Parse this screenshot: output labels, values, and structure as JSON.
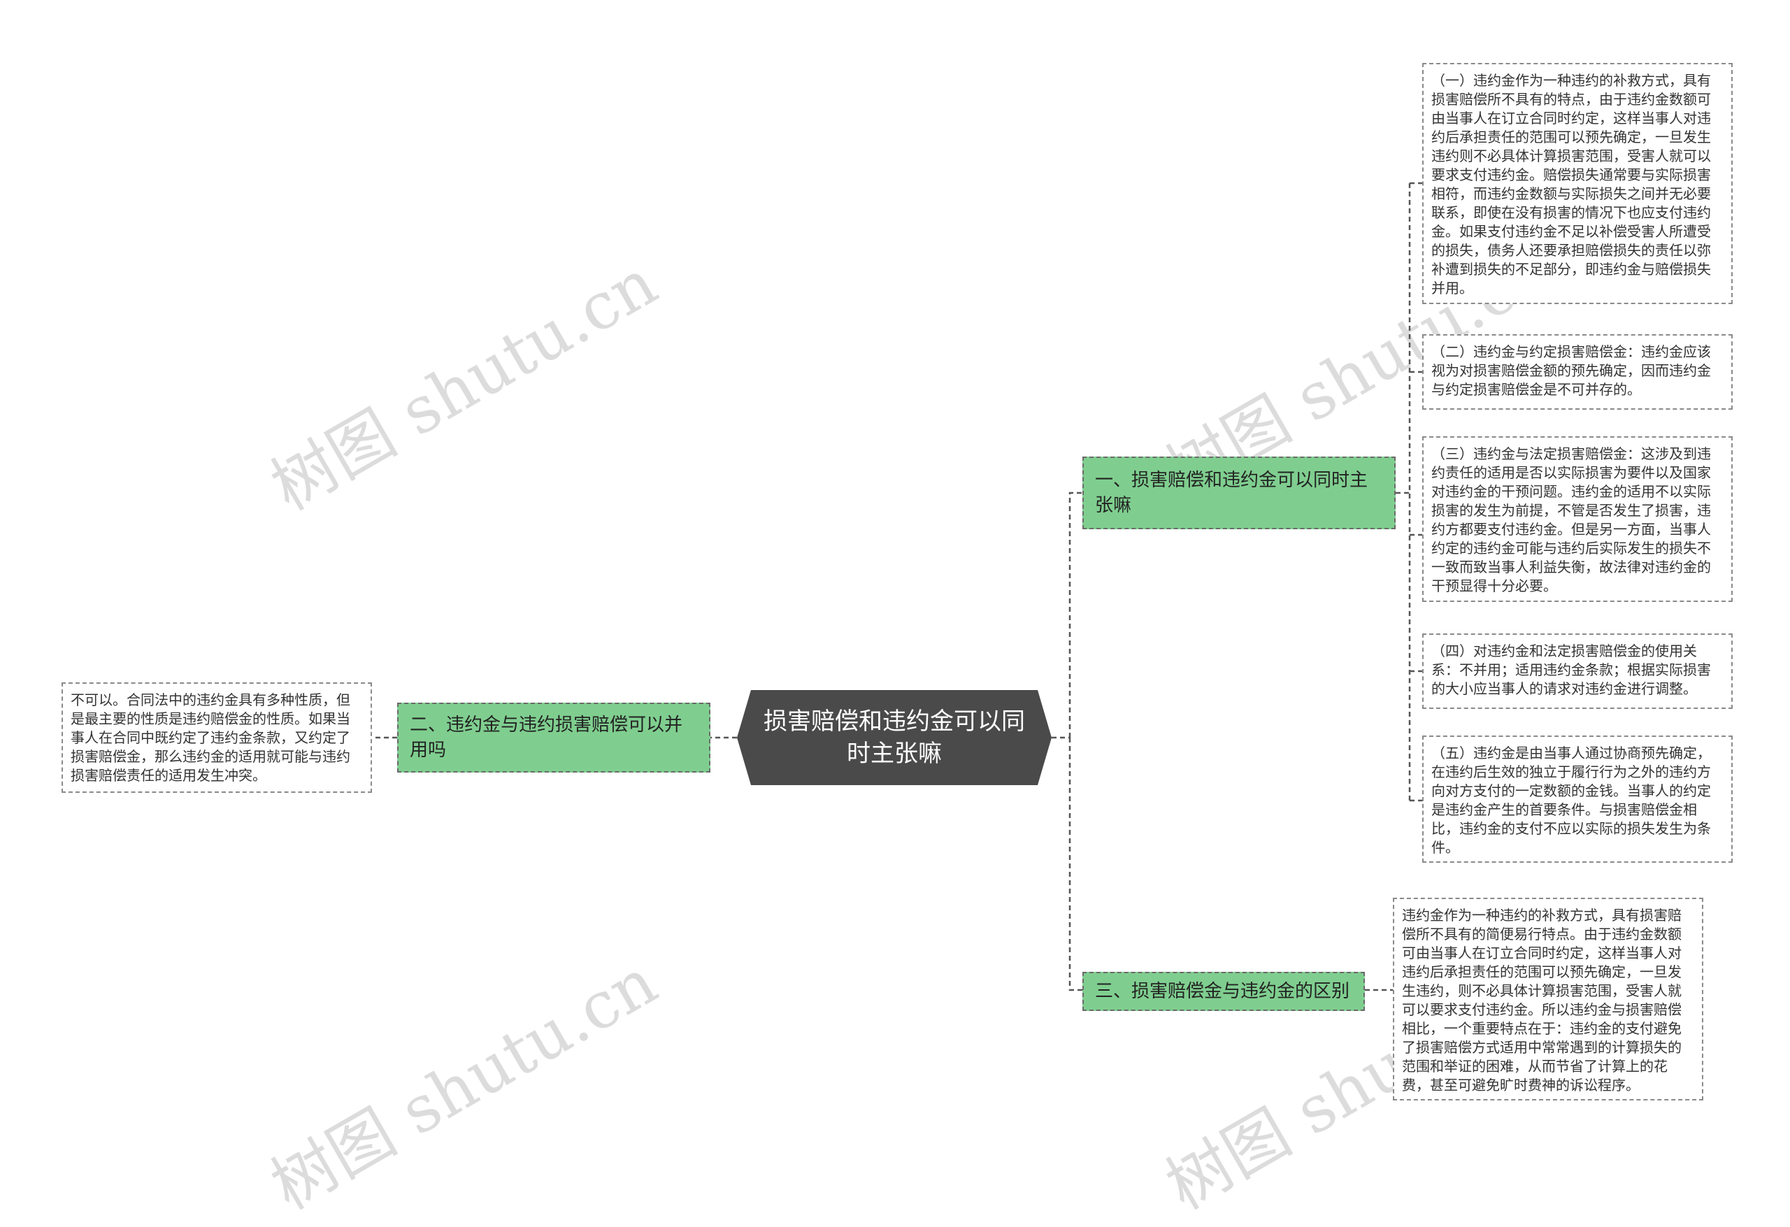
{
  "watermark": "树图 shutu.cn",
  "root": {
    "label": "损害赔偿和违约金可以同时主张嘛"
  },
  "branches": [
    {
      "label": "一、损害赔偿和违约金可以同时主张嘛",
      "leaves": [
        "（一）违约金作为一种违约的补救方式，具有损害赔偿所不具有的特点，由于违约金数额可由当事人在订立合同时约定，这样当事人对违约后承担责任的范围可以预先确定，一旦发生违约则不必具体计算损害范围，受害人就可以要求支付违约金。赔偿损失通常要与实际损害相符，而违约金数额与实际损失之间并无必要联系，即使在没有损害的情况下也应支付违约金。如果支付违约金不足以补偿受害人所遭受的损失，债务人还要承担赔偿损失的责任以弥补遭到损失的不足部分，即违约金与赔偿损失并用。",
        "（二）违约金与约定损害赔偿金：违约金应该视为对损害赔偿金额的预先确定，因而违约金与约定损害赔偿金是不可并存的。",
        "（三）违约金与法定损害赔偿金：这涉及到违约责任的适用是否以实际损害为要件以及国家对违约金的干预问题。违约金的适用不以实际损害的发生为前提，不管是否发生了损害，违约方都要支付违约金。但是另一方面，当事人约定的违约金可能与违约后实际发生的损失不一致而致当事人利益失衡，故法律对违约金的干预显得十分必要。",
        "（四）对违约金和法定损害赔偿金的使用关系：不并用；适用违约金条款；根据实际损害的大小应当事人的请求对违约金进行调整。",
        "（五）违约金是由当事人通过协商预先确定，在违约后生效的独立于履行行为之外的违约方向对方支付的一定数额的金钱。当事人的约定是违约金产生的首要条件。与损害赔偿金相比，违约金的支付不应以实际的损失发生为条件。"
      ]
    },
    {
      "label": "二、违约金与违约损害赔偿可以并用吗",
      "leaves": [
        "不可以。合同法中的违约金具有多种性质，但是最主要的性质是违约赔偿金的性质。如果当事人在合同中既约定了违约金条款，又约定了损害赔偿金，那么违约金的适用就可能与违约损害赔偿责任的适用发生冲突。"
      ]
    },
    {
      "label": "三、损害赔偿金与违约金的区别",
      "leaves": [
        "违约金作为一种违约的补救方式，具有损害赔偿所不具有的简便易行特点。由于违约金数额可由当事人在订立合同时约定，这样当事人对违约后承担责任的范围可以预先确定，一旦发生违约，则不必具体计算损害范围，受害人就可以要求支付违约金。所以违约金与损害赔偿相比，一个重要特点在于：违约金的支付避免了损害赔偿方式适用中常常遇到的计算损失的范围和举证的困难，从而节省了计算上的花费，甚至可避免旷时费神的诉讼程序。"
      ]
    }
  ]
}
